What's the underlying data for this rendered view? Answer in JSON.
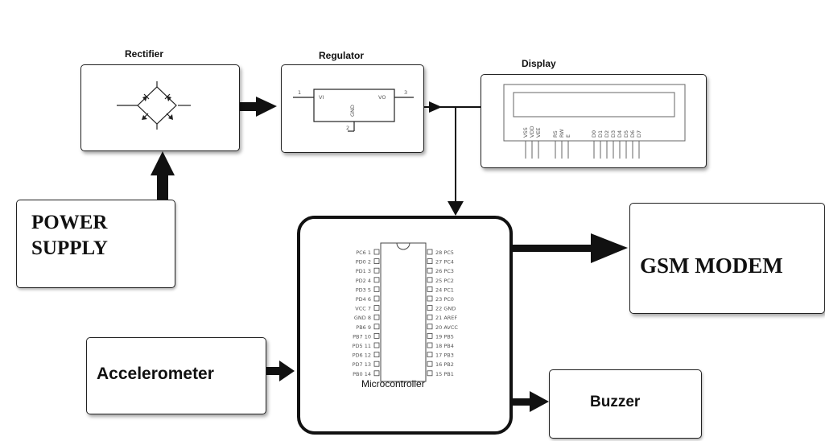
{
  "blocks": {
    "rectifier": {
      "title": "Rectifier"
    },
    "regulator": {
      "title": "Regulator",
      "pin_in": "1",
      "pin_out": "3",
      "pin_gnd": "2",
      "vi": "VI",
      "vo": "VO",
      "gnd": "GND"
    },
    "display": {
      "title": "Display"
    },
    "power_supply": {
      "line1": "POWER",
      "line2": "SUPPLY"
    },
    "microcontroller": {
      "label": "Microcontroller"
    },
    "gsm_modem": {
      "label": "GSM MODEM"
    },
    "accelerometer": {
      "label": "Accelerometer"
    },
    "buzzer": {
      "label": "Buzzer"
    }
  },
  "lcd_pins": [
    "VSS",
    "VDD",
    "VEE",
    "RS",
    "RW",
    "E",
    "D0",
    "D1",
    "D2",
    "D3",
    "D4",
    "D5",
    "D6",
    "D7"
  ],
  "chip_pins_left": [
    "PC6 1",
    "PD0 2",
    "PD1 3",
    "PD2 4",
    "PD3 5",
    "PD4 6",
    "VCC 7",
    "GND 8",
    "PB6 9",
    "PB7 10",
    "PD5 11",
    "PD6 12",
    "PD7 13",
    "PB0 14"
  ],
  "chip_pins_right": [
    "28 PC5",
    "27 PC4",
    "26 PC3",
    "25 PC2",
    "24 PC1",
    "23 PC0",
    "22 GND",
    "21 AREF",
    "20 AVCC",
    "19 PB5",
    "18 PB4",
    "17 PB3",
    "16 PB2",
    "15 PB1"
  ]
}
